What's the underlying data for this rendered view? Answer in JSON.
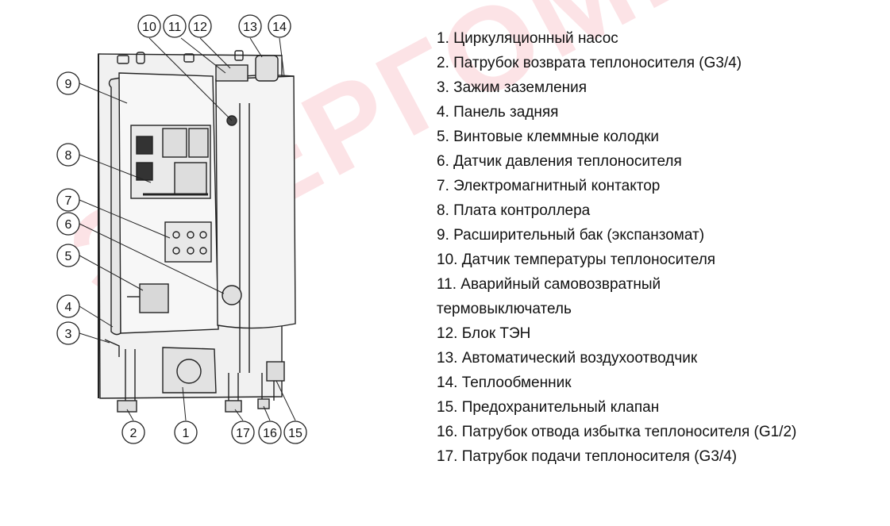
{
  "watermark": "ЭНЕРГОМИР",
  "callouts": [
    "1",
    "2",
    "3",
    "4",
    "5",
    "6",
    "7",
    "8",
    "9",
    "10",
    "11",
    "12",
    "13",
    "14",
    "15",
    "16",
    "17"
  ],
  "legend": [
    "1. Циркуляционный насос",
    "2. Патрубок возврата теплоносителя (G3/4)",
    "3. Зажим заземления",
    "4. Панель задняя",
    "5. Винтовые клеммные колодки",
    "6. Датчик давления теплоносителя",
    "7. Электромагнитный контактор",
    "8. Плата контроллера",
    "9. Расширительный бак (экспанзомат)",
    "10. Датчик температуры теплоносителя",
    "11. Аварийный самовозвратный",
    "термовыключатель",
    "12. Блок ТЭН",
    "13. Автоматический воздухоотводчик",
    "14. Теплообменник",
    "15. Предохранительный клапан",
    "16. Патрубок отвода избытка теплоносителя (G1/2)",
    "17. Патрубок подачи теплоносителя (G3/4)"
  ]
}
